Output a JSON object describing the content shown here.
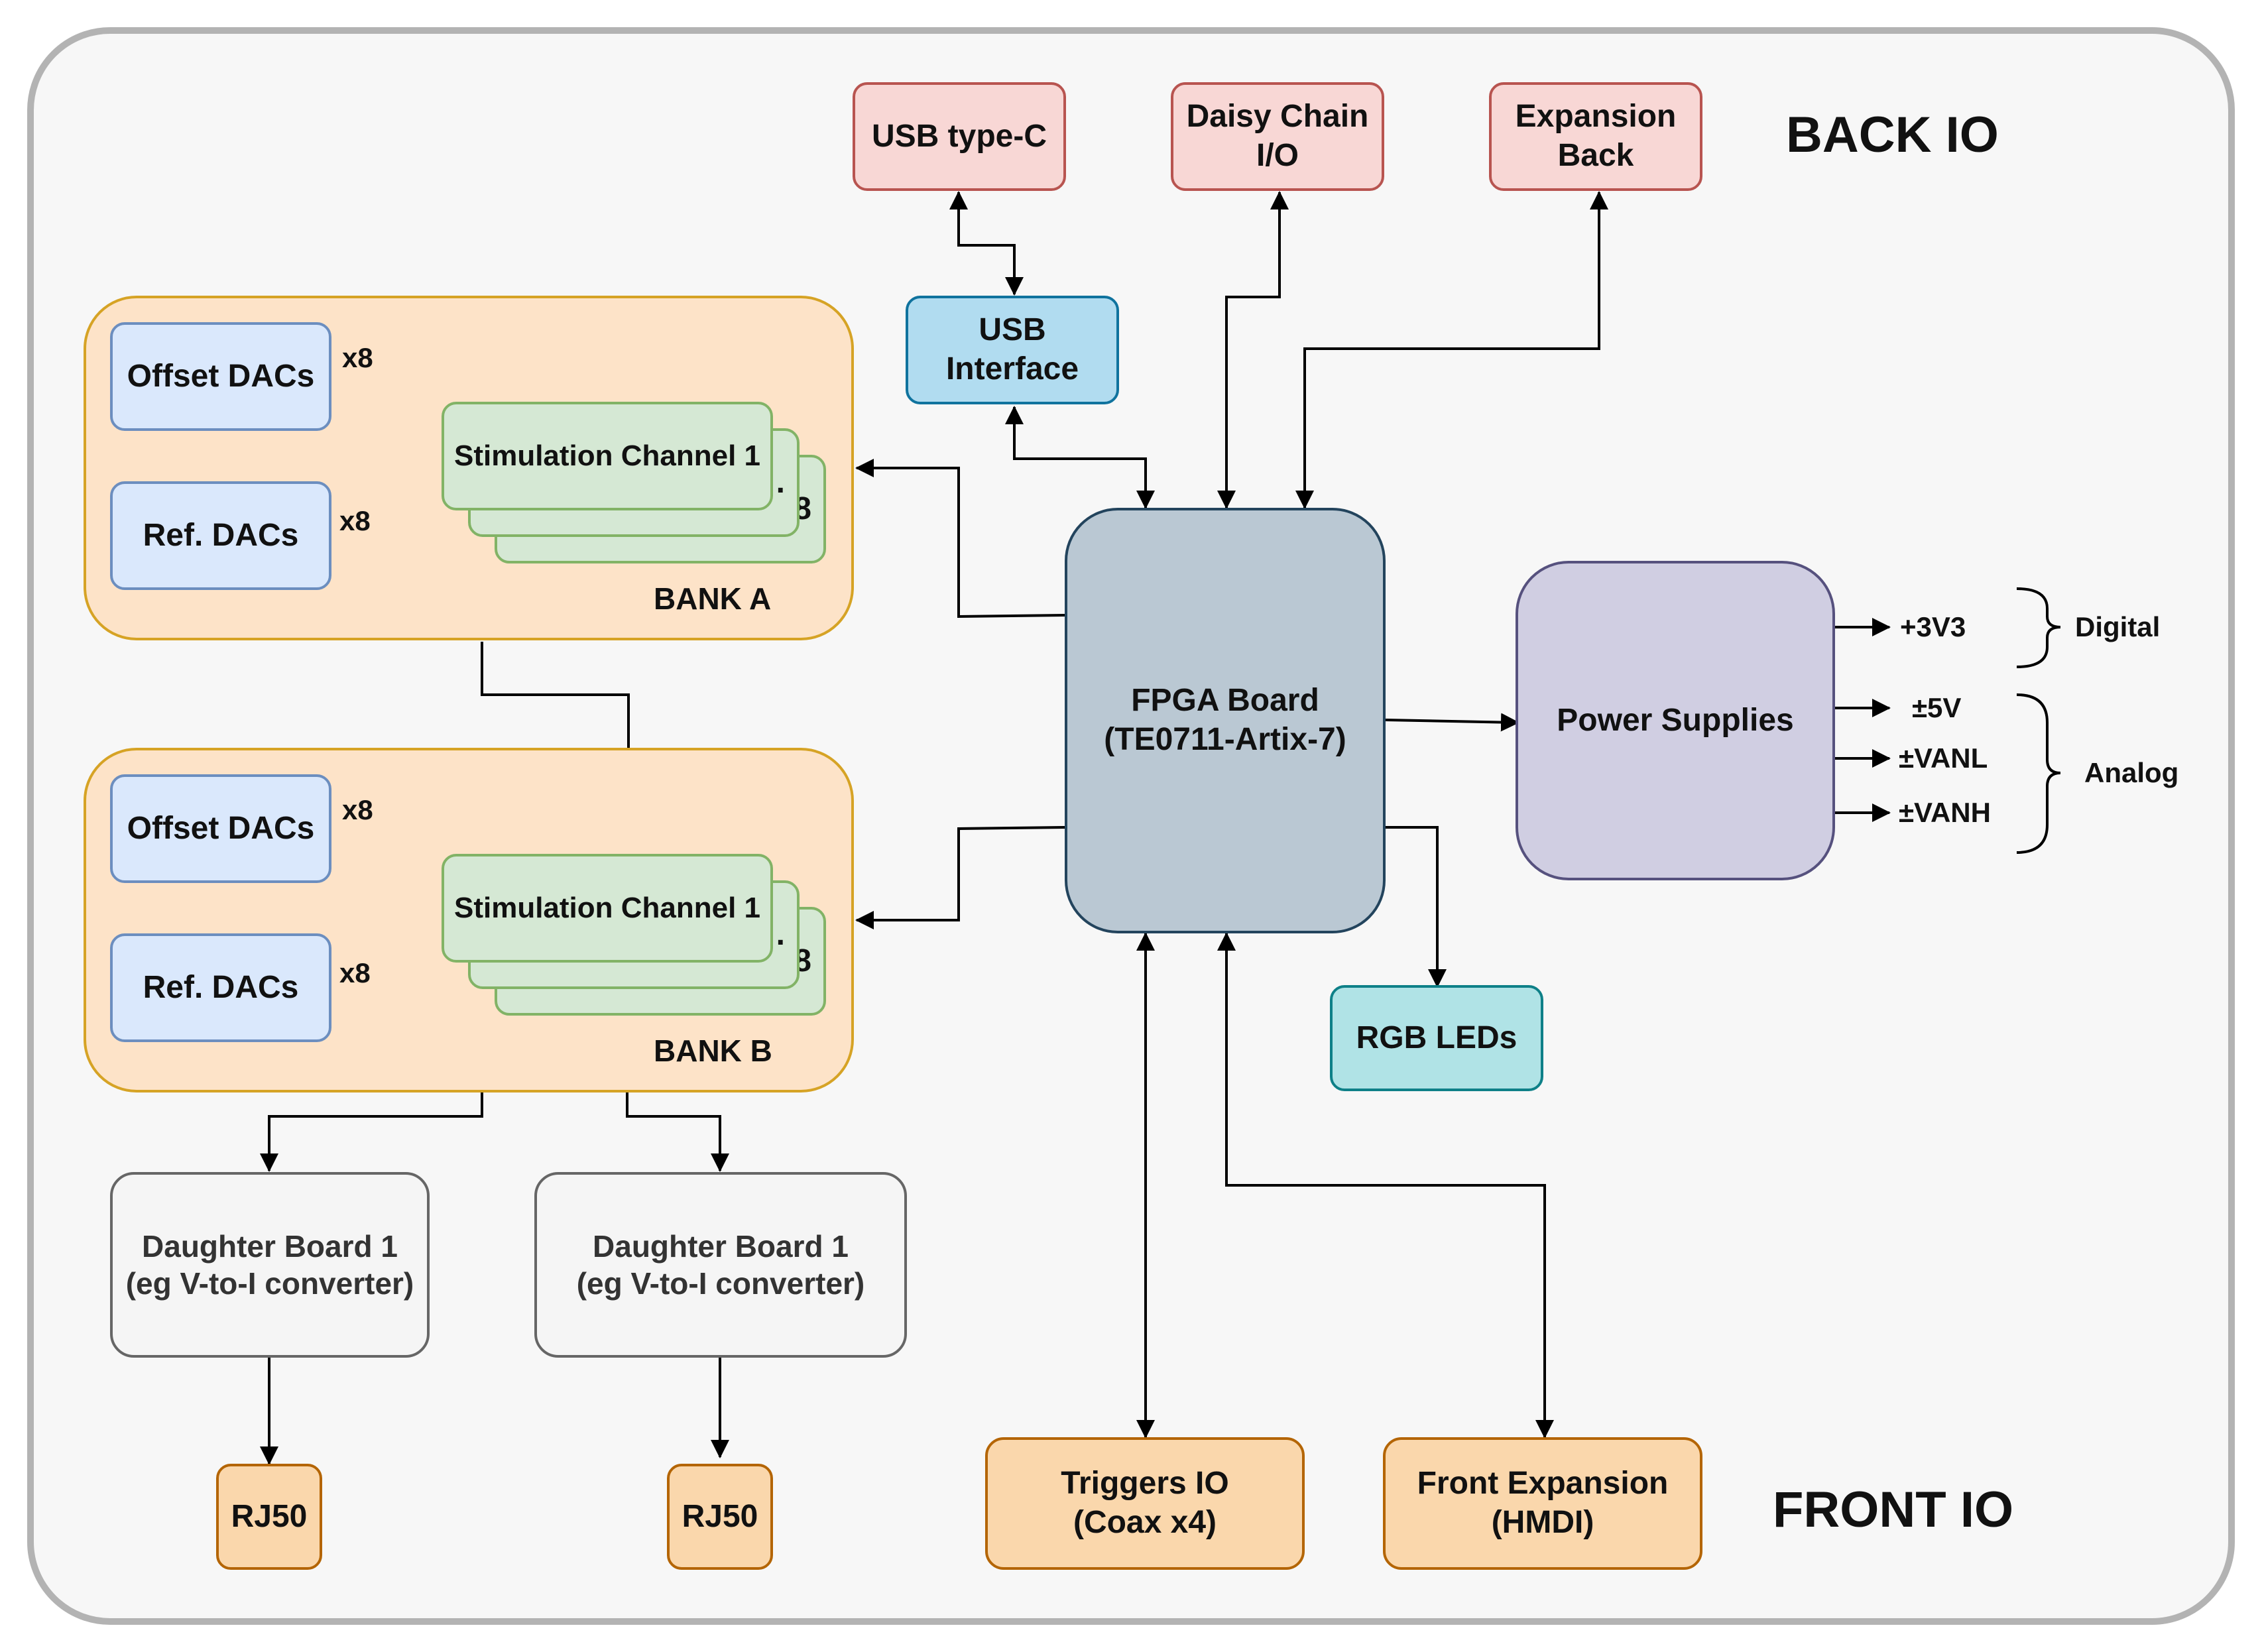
{
  "back_io_label": "BACK IO",
  "front_io_label": "FRONT IO",
  "usb_type_c": "USB type-C",
  "daisy_chain": "Daisy Chain\nI/O",
  "expansion_back": "Expansion\nBack",
  "usb_interface": "USB\nInterface",
  "fpga_board": "FPGA Board\n(TE0711-Artix-7)",
  "power_supplies": "Power Supplies",
  "rgb_leds": "RGB LEDs",
  "triggers_io": "Triggers IO\n(Coax x4)",
  "front_expansion": "Front Expansion\n(HMDI)",
  "rails": {
    "v3v3": "+3V3",
    "v5": "±5V",
    "vanl": "±VANL",
    "vanh": "±VANH",
    "digital": "Digital",
    "analog": "Analog"
  },
  "bank_a": {
    "title": "BANK A",
    "offset_dacs": "Offset DACs",
    "ref_dacs": "Ref. DACs",
    "mult_offset": "x8",
    "mult_ref": "x8",
    "channel": "Stimulation Channel 1",
    "stack_back_text": "8",
    "stack_mid_text": "."
  },
  "bank_b": {
    "title": "BANK B",
    "offset_dacs": "Offset DACs",
    "ref_dacs": "Ref. DACs",
    "mult_offset": "x8",
    "mult_ref": "x8",
    "channel": "Stimulation Channel 1",
    "stack_back_text": "8",
    "stack_mid_text": "."
  },
  "daughter_board_1": "Daughter Board 1\n(eg V-to-I converter)",
  "daughter_board_2": "Daughter Board 1\n(eg V-to-I converter)",
  "rj50_left": "RJ50",
  "rj50_right": "RJ50",
  "colors": {
    "outer_bg": "#f7f7f7",
    "outer_border": "#b3b3b3",
    "line": "#000000"
  }
}
